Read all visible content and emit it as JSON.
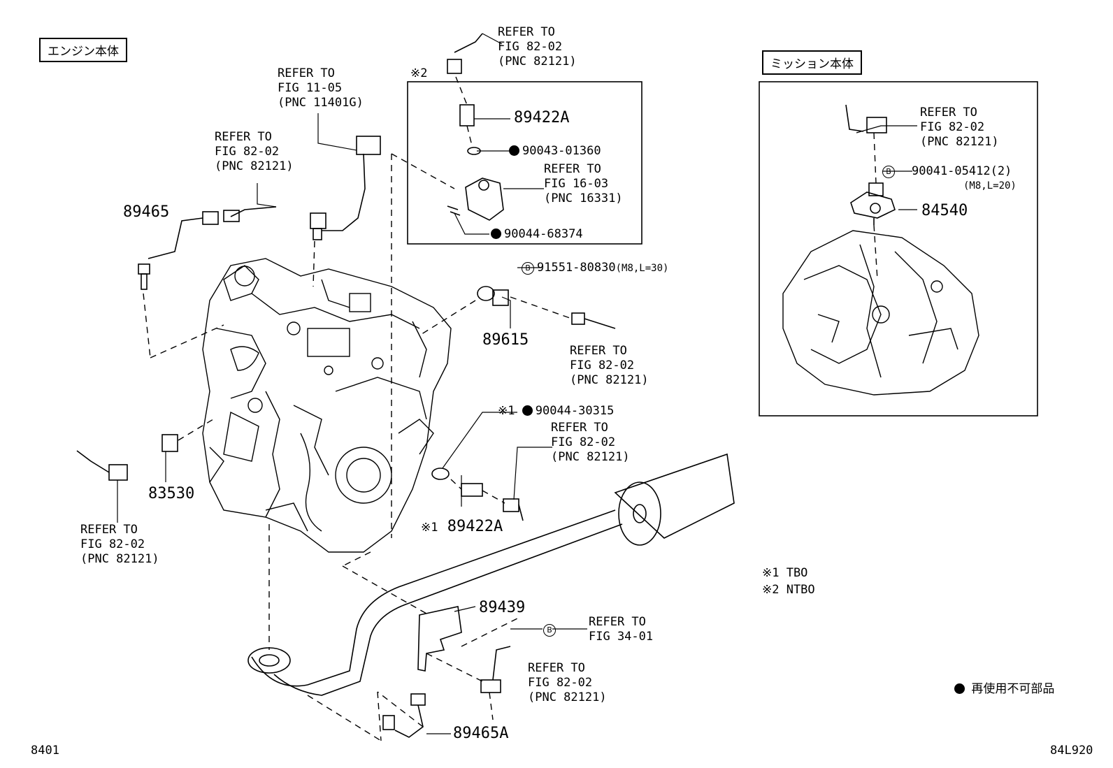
{
  "headers": {
    "engine": "エンジン本体",
    "transmission": "ミッション本体"
  },
  "markers": {
    "x2": "※2",
    "x1": "※1"
  },
  "refs": {
    "r_top": [
      "REFER TO",
      "FIG 82-02",
      "(PNC 82121)"
    ],
    "r_1105": [
      "REFER TO",
      "FIG 11-05",
      "(PNC 11401G)"
    ],
    "r_left": [
      "REFER TO",
      "FIG 82-02",
      "(PNC 82121)"
    ],
    "r_1603": [
      "REFER TO",
      "FIG 16-03",
      "(PNC 16331)"
    ],
    "r_knock": [
      "REFER TO",
      "FIG 82-02",
      "(PNC 82121)"
    ],
    "r_temp": [
      "REFER TO",
      "FIG 82-02",
      "(PNC 82121)"
    ],
    "r_lowleft": [
      "REFER TO",
      "FIG 82-02",
      "(PNC 82121)"
    ],
    "r_3401": [
      "REFER TO",
      "FIG 34-01"
    ],
    "r_bottom": [
      "REFER TO",
      "FIG 82-02",
      "(PNC 82121)"
    ],
    "r_trans": [
      "REFER TO",
      "FIG 82-02",
      "(PNC 82121)"
    ]
  },
  "parts": {
    "p89465": "89465",
    "p89422A_top": "89422A",
    "p90043": "90043-01360",
    "p90044_68374": "90044-68374",
    "p91551": "91551-80830",
    "p91551_spec": "(M8,L=30)",
    "p89615": "89615",
    "p90044_30315": "90044-30315",
    "p89422A_low": "89422A",
    "p83530": "83530",
    "p89439": "89439",
    "p89465A": "89465A",
    "p90041": "90041-05412(2)",
    "p90041_spec": "(M8,L=20)",
    "p84540": "84540"
  },
  "badge": "B",
  "notes": {
    "n1": "※1 TBO",
    "n2": "※2 NTBO"
  },
  "legend": "再使用不可部品",
  "codes": {
    "left": "8401",
    "right": "84L920"
  }
}
